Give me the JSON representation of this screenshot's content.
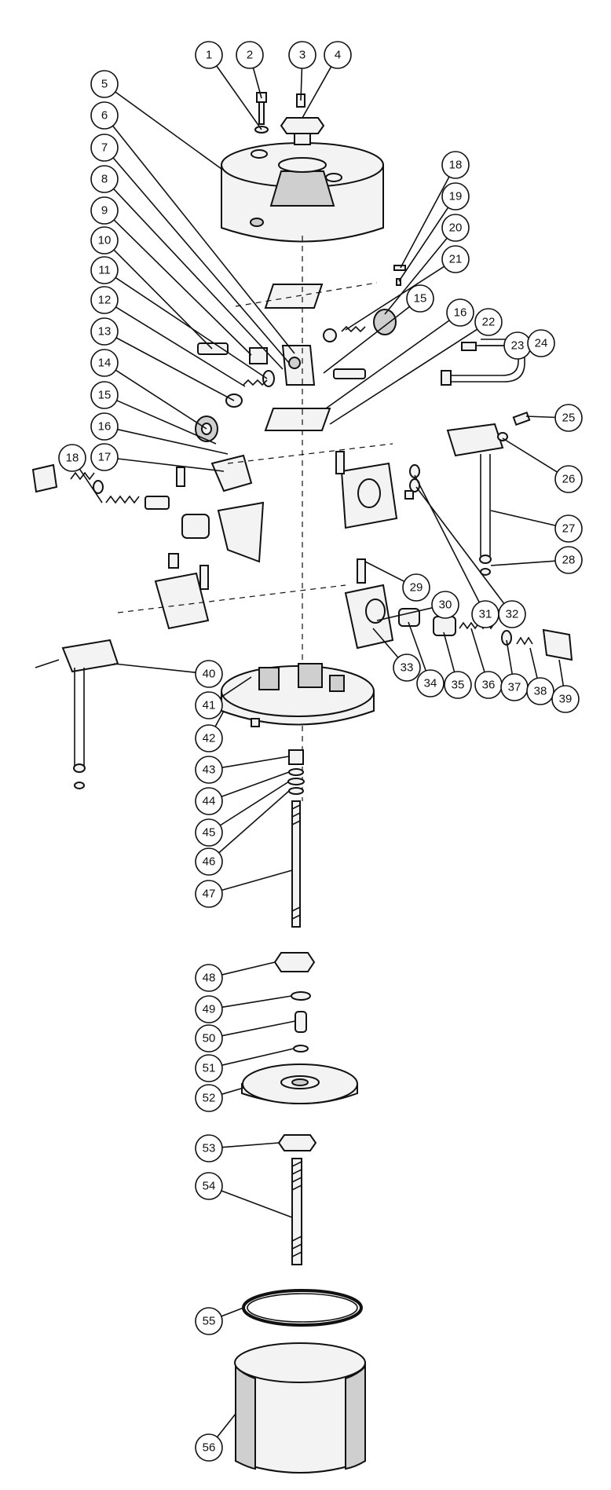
{
  "callouts": [
    {
      "label": "1"
    },
    {
      "label": "2"
    },
    {
      "label": "3"
    },
    {
      "label": "4"
    },
    {
      "label": "5"
    },
    {
      "label": "6"
    },
    {
      "label": "7"
    },
    {
      "label": "8"
    },
    {
      "label": "9"
    },
    {
      "label": "10"
    },
    {
      "label": "11"
    },
    {
      "label": "12"
    },
    {
      "label": "13"
    },
    {
      "label": "14"
    },
    {
      "label": "15"
    },
    {
      "label": "16"
    },
    {
      "label": "17"
    },
    {
      "label": "18"
    },
    {
      "label": "18"
    },
    {
      "label": "19"
    },
    {
      "label": "20"
    },
    {
      "label": "21"
    },
    {
      "label": "15"
    },
    {
      "label": "16"
    },
    {
      "label": "22"
    },
    {
      "label": "23"
    },
    {
      "label": "24"
    },
    {
      "label": "25"
    },
    {
      "label": "26"
    },
    {
      "label": "27"
    },
    {
      "label": "28"
    },
    {
      "label": "29"
    },
    {
      "label": "30"
    },
    {
      "label": "31"
    },
    {
      "label": "32"
    },
    {
      "label": "33"
    },
    {
      "label": "34"
    },
    {
      "label": "35"
    },
    {
      "label": "36"
    },
    {
      "label": "37"
    },
    {
      "label": "38"
    },
    {
      "label": "39"
    },
    {
      "label": "40"
    },
    {
      "label": "41"
    },
    {
      "label": "42"
    },
    {
      "label": "43"
    },
    {
      "label": "44"
    },
    {
      "label": "45"
    },
    {
      "label": "46"
    },
    {
      "label": "47"
    },
    {
      "label": "48"
    },
    {
      "label": "49"
    },
    {
      "label": "50"
    },
    {
      "label": "51"
    },
    {
      "label": "52"
    },
    {
      "label": "53"
    },
    {
      "label": "54"
    },
    {
      "label": "55"
    },
    {
      "label": "56"
    }
  ]
}
